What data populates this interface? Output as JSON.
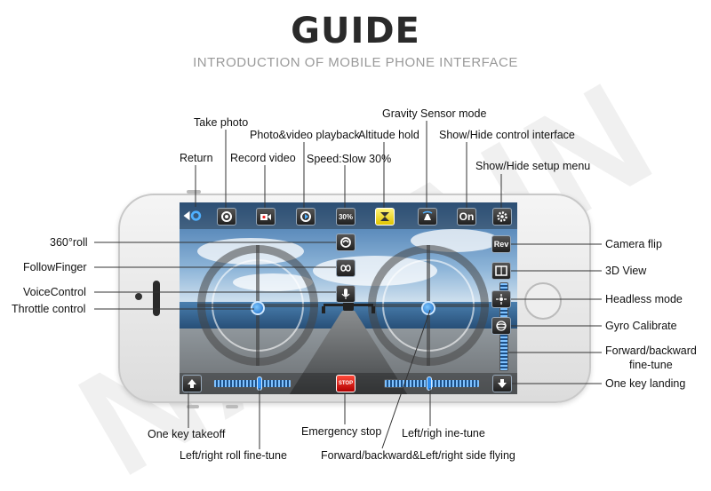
{
  "header": {
    "title": "GUIDE",
    "subtitle": "INTRODUCTION OF MOBILE PHONE INTERFACE"
  },
  "watermark": "NADAIN",
  "buttons": {
    "speed_label": "30%",
    "gravity_toggle_label": "On",
    "camera_flip_label": "Rev",
    "emergency_label": "STOP"
  },
  "icons": {
    "return": "return-arrow-icon",
    "take_photo": "camera-icon",
    "record_video": "video-camera-icon",
    "playback": "playback-icon",
    "altitude_hold": "altitude-hold-icon",
    "gravity_sensor": "hand-tilt-icon",
    "setup_menu": "gear-icon",
    "roll_360": "flip-icon",
    "follow_finger": "infinity-path-icon",
    "voice_control": "microphone-icon",
    "view_3d": "split-view-icon",
    "headless_mode": "headless-icon",
    "gyro_calibrate": "gyro-icon",
    "takeoff": "up-arrow-icon",
    "landing": "down-arrow-icon"
  },
  "labels": {
    "return": "Return",
    "take_photo": "Take photo",
    "record_video": "Record video",
    "playback": "Photo&video playback",
    "speed": "Speed:Slow 30%",
    "altitude_hold": "Altitude hold",
    "gravity_sensor": "Gravity Sensor mode",
    "show_hide_control": "Show/Hide control interface",
    "show_hide_setup": "Show/Hide setup menu",
    "roll_360": "360°roll",
    "follow_finger": "FollowFinger",
    "voice_control": "VoiceControl",
    "throttle_control": "Throttle control",
    "camera_flip": "Camera flip",
    "view_3d": "3D View",
    "headless_mode": "Headless mode",
    "gyro_calibrate": "Gyro Calibrate",
    "fb_finetune_line1": "Forward/backward",
    "fb_finetune_line2": "fine-tune",
    "one_key_landing": "One key landing",
    "one_key_takeoff": "One key takeoff",
    "lr_roll_finetune": "Left/right roll fine-tune",
    "emergency_stop": "Emergency stop",
    "lr_finetune": "Left/righ ine-tune",
    "fb_lr_flying": "Forward/backward&Left/right side flying"
  }
}
